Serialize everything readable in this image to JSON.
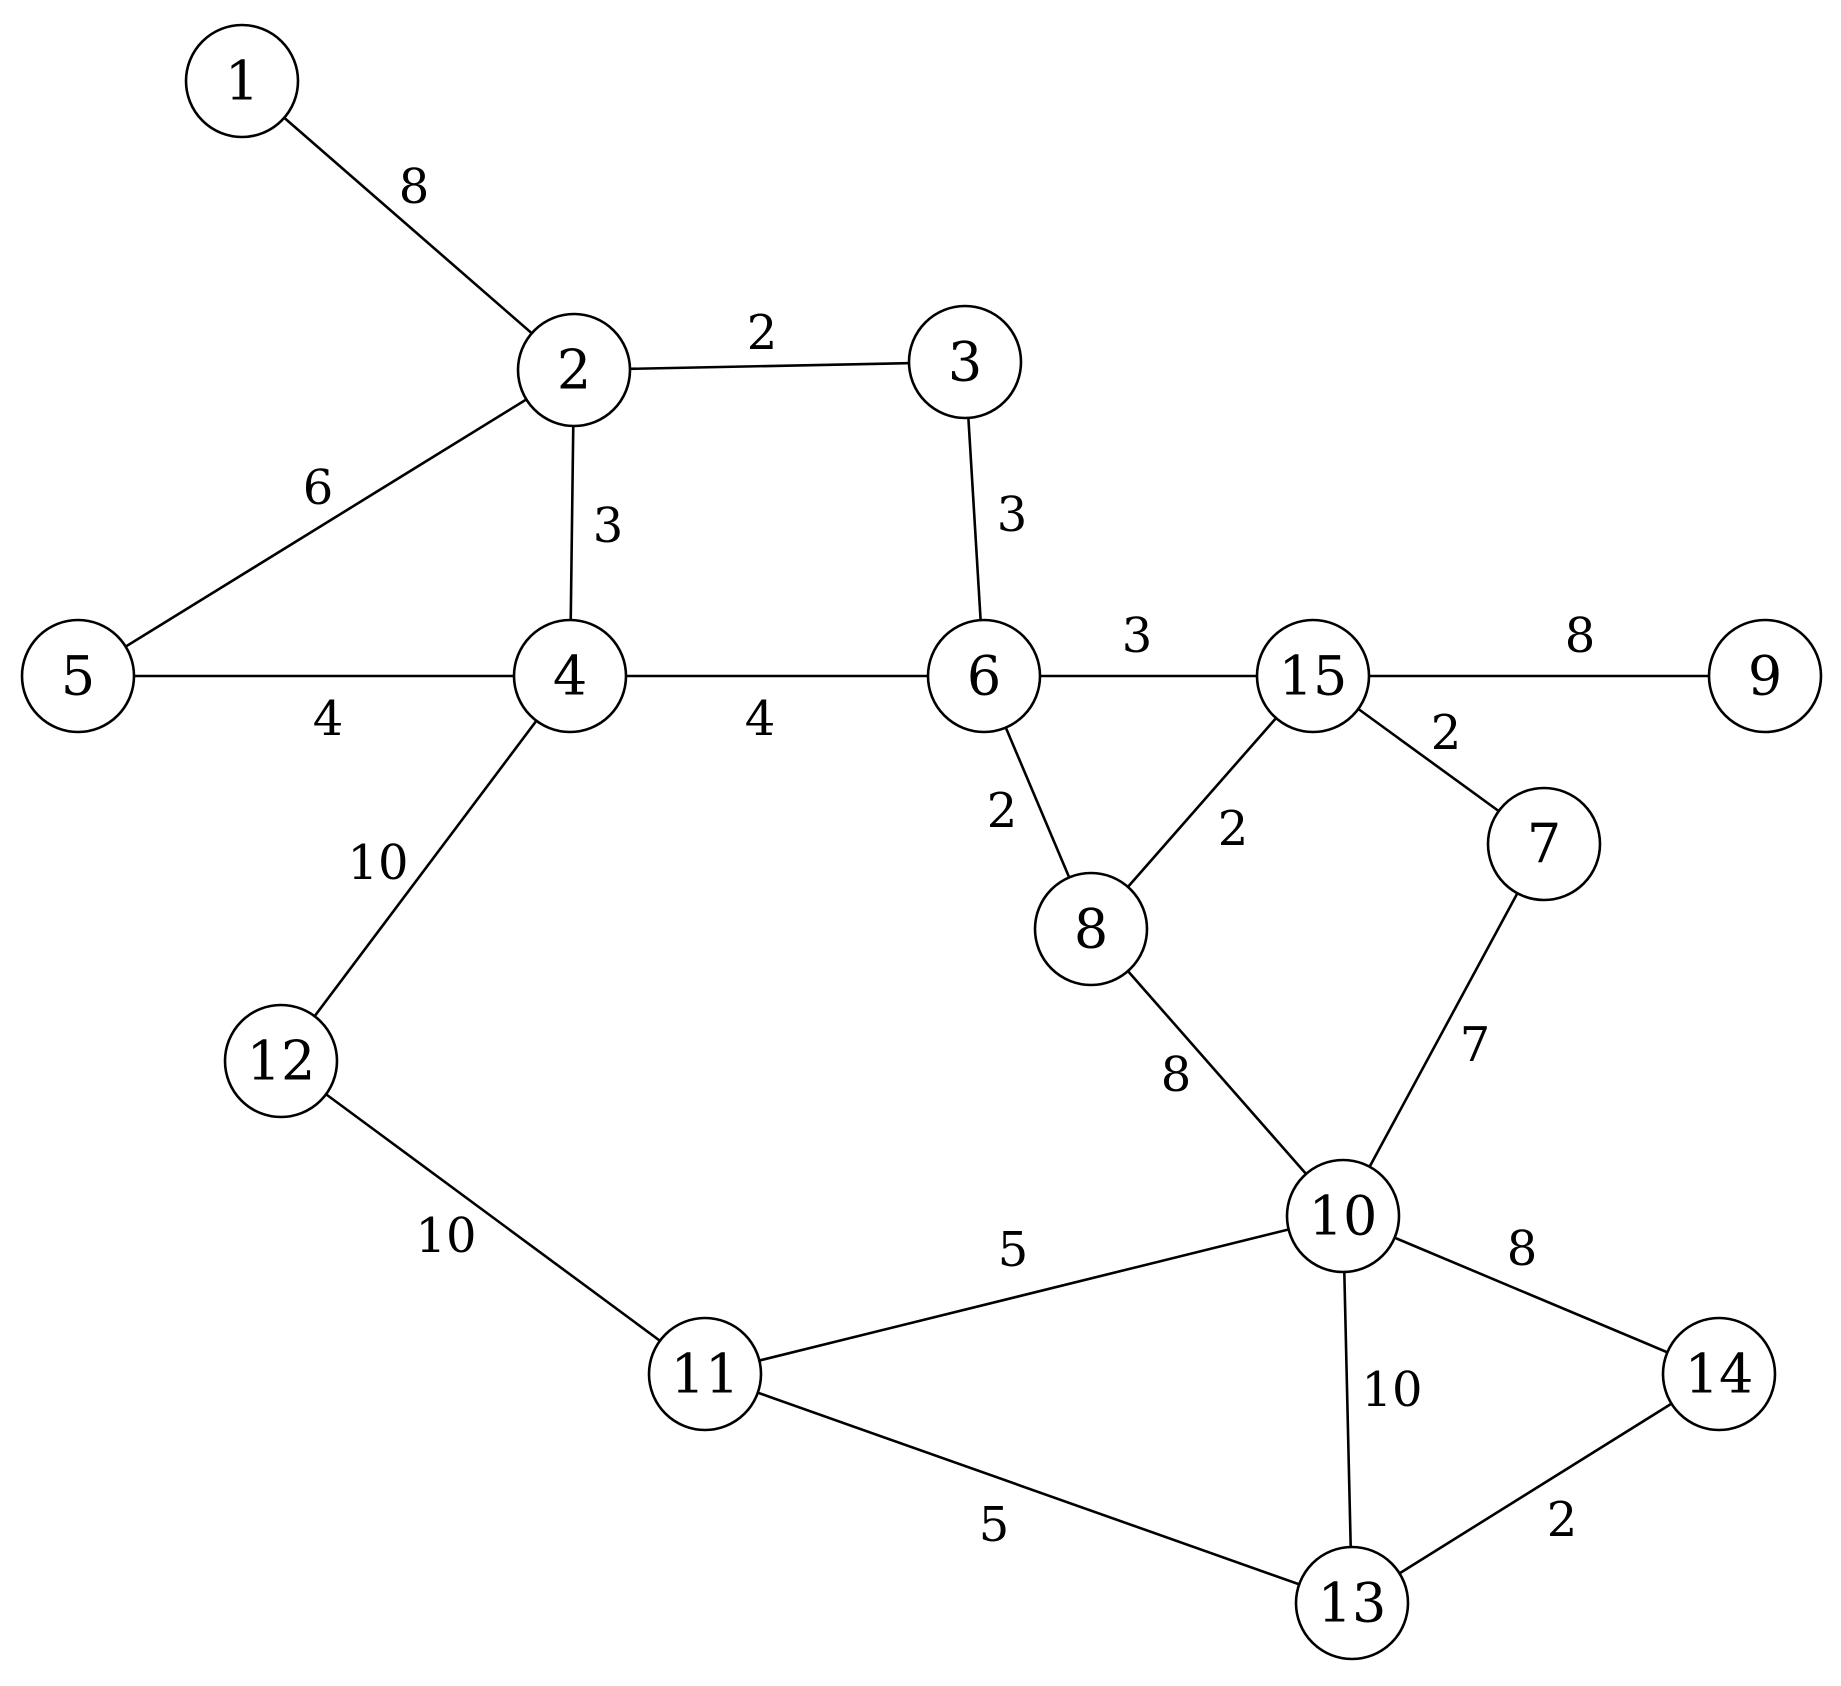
{
  "nodes": [
    {
      "id": "1",
      "label": "1"
    },
    {
      "id": "2",
      "label": "2"
    },
    {
      "id": "3",
      "label": "3"
    },
    {
      "id": "4",
      "label": "4"
    },
    {
      "id": "5",
      "label": "5"
    },
    {
      "id": "6",
      "label": "6"
    },
    {
      "id": "7",
      "label": "7"
    },
    {
      "id": "8",
      "label": "8"
    },
    {
      "id": "9",
      "label": "9"
    },
    {
      "id": "10",
      "label": "10"
    },
    {
      "id": "11",
      "label": "11"
    },
    {
      "id": "12",
      "label": "12"
    },
    {
      "id": "13",
      "label": "13"
    },
    {
      "id": "14",
      "label": "14"
    },
    {
      "id": "15",
      "label": "15"
    }
  ],
  "edges": [
    {
      "from": "1",
      "to": "2",
      "weight": "8"
    },
    {
      "from": "2",
      "to": "3",
      "weight": "2"
    },
    {
      "from": "2",
      "to": "5",
      "weight": "6"
    },
    {
      "from": "2",
      "to": "4",
      "weight": "3"
    },
    {
      "from": "3",
      "to": "6",
      "weight": "3"
    },
    {
      "from": "5",
      "to": "4",
      "weight": "4"
    },
    {
      "from": "4",
      "to": "6",
      "weight": "4"
    },
    {
      "from": "4",
      "to": "12",
      "weight": "10"
    },
    {
      "from": "6",
      "to": "15",
      "weight": "3"
    },
    {
      "from": "6",
      "to": "8",
      "weight": "2"
    },
    {
      "from": "15",
      "to": "9",
      "weight": "8"
    },
    {
      "from": "15",
      "to": "8",
      "weight": "2"
    },
    {
      "from": "15",
      "to": "7",
      "weight": "2"
    },
    {
      "from": "7",
      "to": "10",
      "weight": "7"
    },
    {
      "from": "8",
      "to": "10",
      "weight": "8"
    },
    {
      "from": "12",
      "to": "11",
      "weight": "10"
    },
    {
      "from": "11",
      "to": "10",
      "weight": "5"
    },
    {
      "from": "11",
      "to": "13",
      "weight": "5"
    },
    {
      "from": "10",
      "to": "14",
      "weight": "8"
    },
    {
      "from": "10",
      "to": "13",
      "weight": "10"
    },
    {
      "from": "13",
      "to": "14",
      "weight": "2"
    }
  ]
}
